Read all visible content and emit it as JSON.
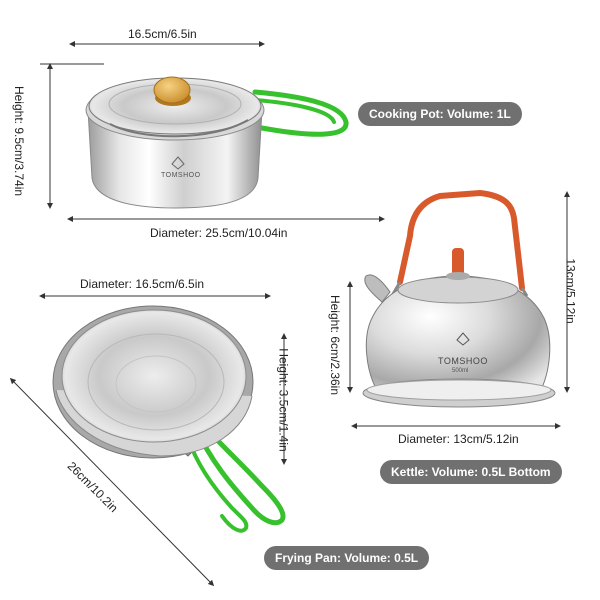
{
  "pot": {
    "width_label": "16.5cm/6.5in",
    "height_label": "Height: 9.5cm/3.74in",
    "diameter_label": "Diameter: 25.5cm/10.04in",
    "caption": "Cooking Pot: Volume: 1L",
    "brand": "TOMSHOO"
  },
  "kettle": {
    "height_label": "13cm/5.12in",
    "inner_height_label": "Height: 6cm/2.36in",
    "diameter_label": "Diameter: 13cm/5.12in",
    "caption": "Kettle: Volume: 0.5L Bottom",
    "brand": "TOMSHOO",
    "capacity_mark": "500ml"
  },
  "pan": {
    "diameter_label": "Diameter: 16.5cm/6.5in",
    "height_label": "Height: 3.5cm/1.4in",
    "length_label": "26cm/10.2in",
    "caption": "Frying Pan: Volume: 0.5L"
  },
  "colors": {
    "handle_green": "#37c12c",
    "kettle_handle": "#d85a2c",
    "knob_wood": "#e3b24e",
    "caption_bg": "#707070",
    "steel_light": "#f2f2f2",
    "steel_dark": "#a9a9a9"
  }
}
